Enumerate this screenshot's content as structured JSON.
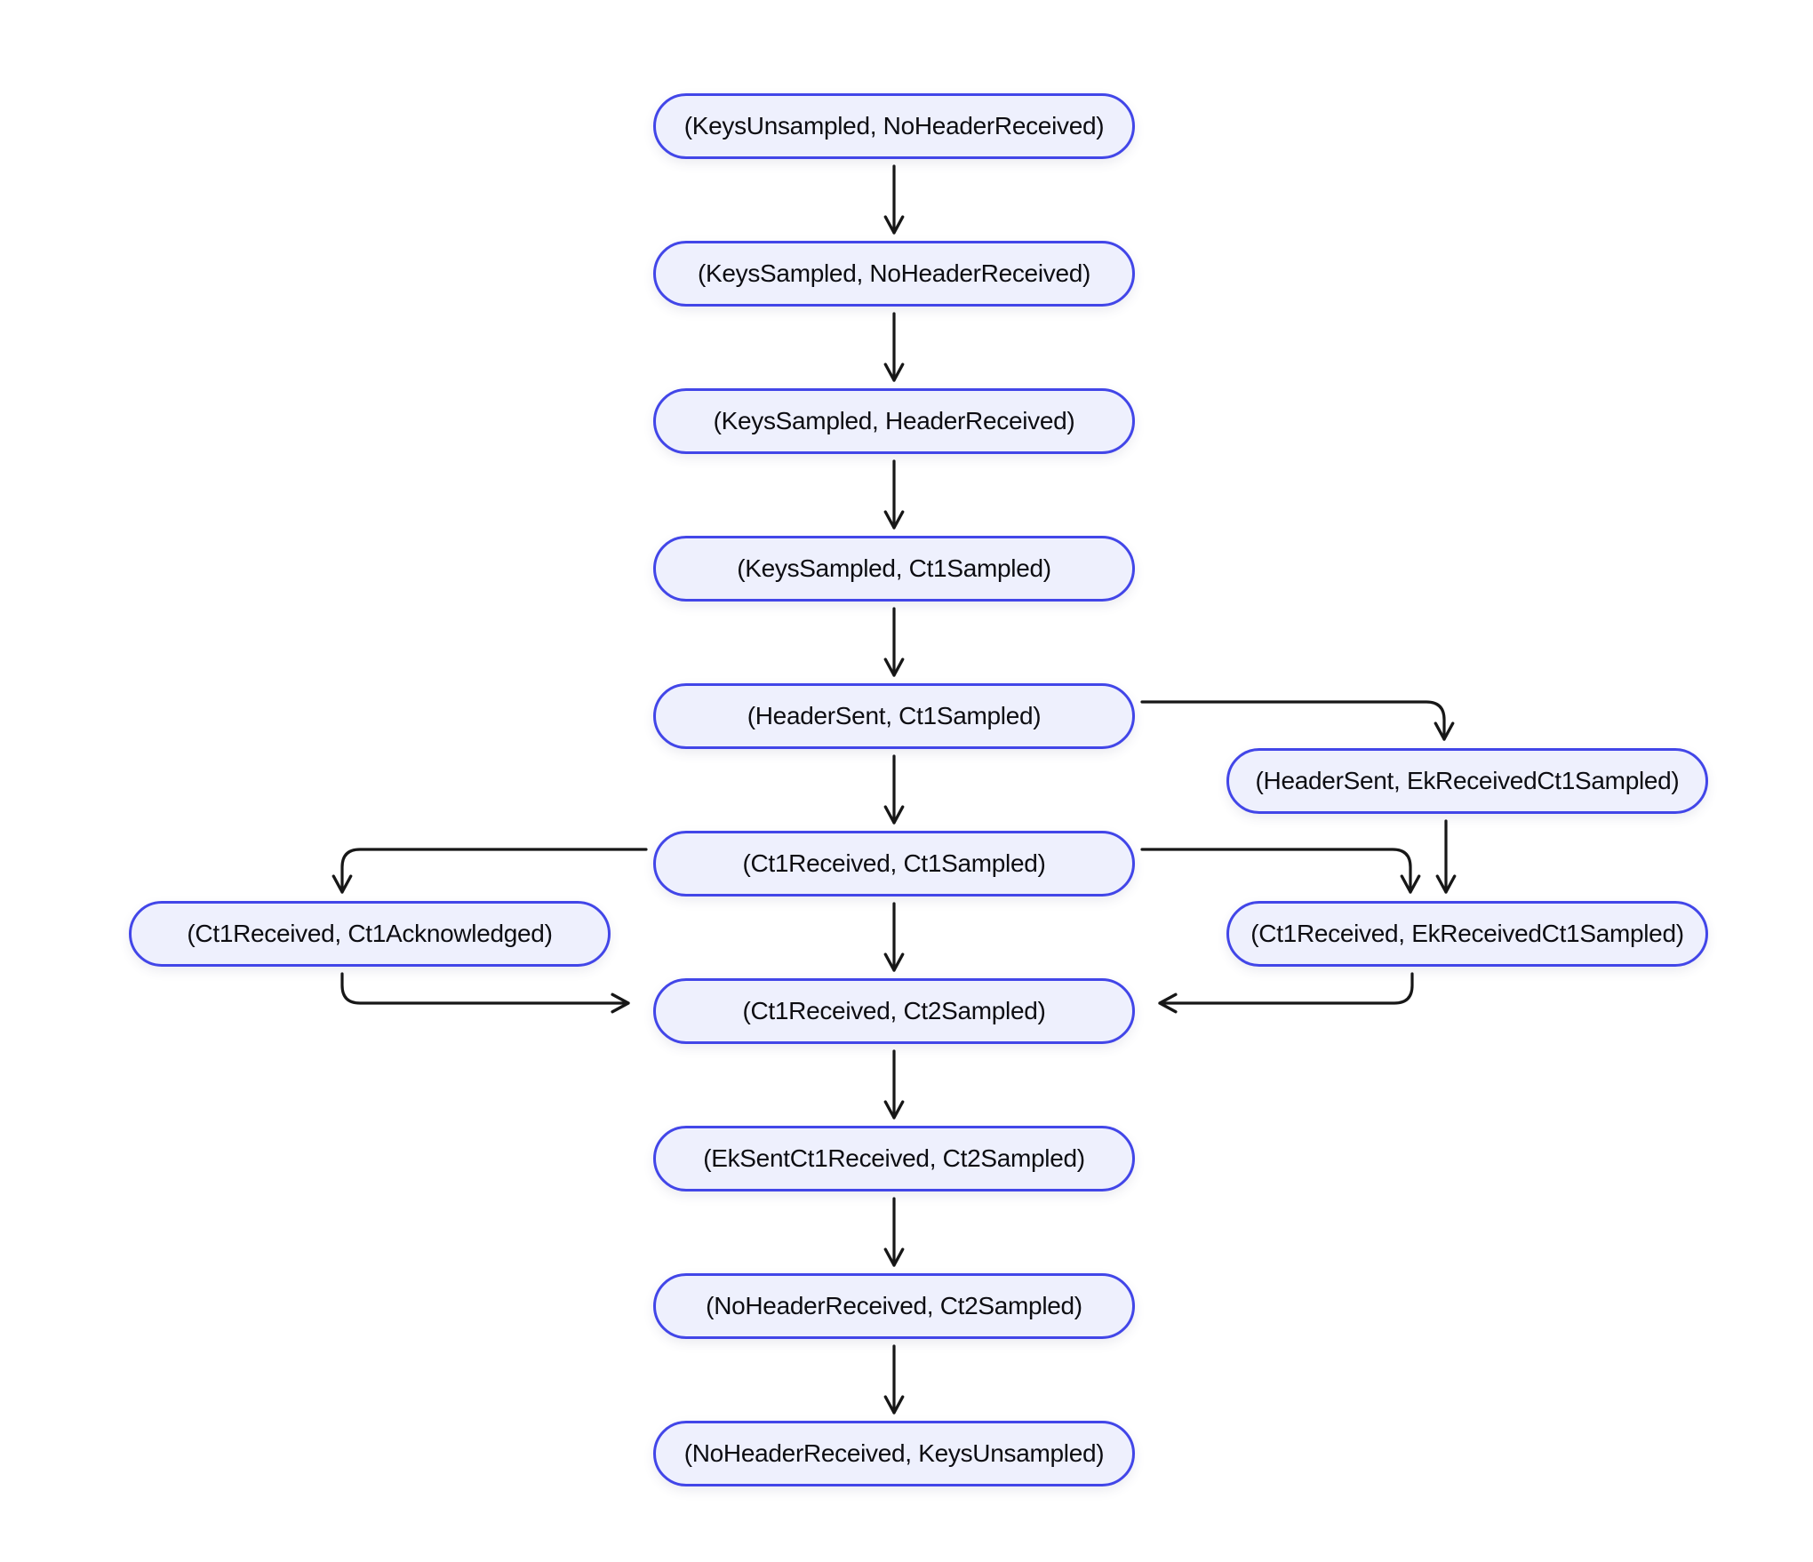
{
  "diagram": {
    "type": "state-transition-flowchart",
    "colors": {
      "background": "#FFFFFF",
      "node_fill": "#EEF0FD",
      "node_border": "#4246E8",
      "node_text": "#0D0D12",
      "arrow": "#171717"
    },
    "nodes": [
      {
        "id": "keysunsampled-noheaderreceived",
        "label": "(KeysUnsampled, NoHeaderReceived)"
      },
      {
        "id": "keyssampled-noheaderreceived",
        "label": "(KeysSampled, NoHeaderReceived)"
      },
      {
        "id": "keyssampled-headerreceived",
        "label": "(KeysSampled, HeaderReceived)"
      },
      {
        "id": "keyssampled-ct1sampled",
        "label": "(KeysSampled, Ct1Sampled)"
      },
      {
        "id": "headersent-ct1sampled",
        "label": "(HeaderSent, Ct1Sampled)"
      },
      {
        "id": "headersent-ekreceivedct1sampled",
        "label": "(HeaderSent, EkReceivedCt1Sampled)"
      },
      {
        "id": "ct1received-ct1sampled",
        "label": "(Ct1Received, Ct1Sampled)"
      },
      {
        "id": "ct1received-ct1acknowledged",
        "label": "(Ct1Received, Ct1Acknowledged)"
      },
      {
        "id": "ct1received-ekreceivedct1sampled",
        "label": "(Ct1Received, EkReceivedCt1Sampled)"
      },
      {
        "id": "ct1received-ct2sampled",
        "label": "(Ct1Received, Ct2Sampled)"
      },
      {
        "id": "eksentct1received-ct2sampled",
        "label": "(EkSentCt1Received, Ct2Sampled)"
      },
      {
        "id": "noheaderreceived-ct2sampled",
        "label": "(NoHeaderReceived, Ct2Sampled)"
      },
      {
        "id": "noheaderreceived-keysunsampled",
        "label": "(NoHeaderReceived, KeysUnsampled)"
      }
    ],
    "edges": [
      {
        "from": "keysunsampled-noheaderreceived",
        "to": "keyssampled-noheaderreceived"
      },
      {
        "from": "keyssampled-noheaderreceived",
        "to": "keyssampled-headerreceived"
      },
      {
        "from": "keyssampled-headerreceived",
        "to": "keyssampled-ct1sampled"
      },
      {
        "from": "keyssampled-ct1sampled",
        "to": "headersent-ct1sampled"
      },
      {
        "from": "headersent-ct1sampled",
        "to": "ct1received-ct1sampled"
      },
      {
        "from": "headersent-ct1sampled",
        "to": "headersent-ekreceivedct1sampled"
      },
      {
        "from": "headersent-ekreceivedct1sampled",
        "to": "ct1received-ekreceivedct1sampled"
      },
      {
        "from": "ct1received-ct1sampled",
        "to": "ct1received-ct1acknowledged"
      },
      {
        "from": "ct1received-ct1sampled",
        "to": "ct1received-ekreceivedct1sampled"
      },
      {
        "from": "ct1received-ct1sampled",
        "to": "ct1received-ct2sampled"
      },
      {
        "from": "ct1received-ct1acknowledged",
        "to": "ct1received-ct2sampled"
      },
      {
        "from": "ct1received-ekreceivedct1sampled",
        "to": "ct1received-ct2sampled"
      },
      {
        "from": "ct1received-ct2sampled",
        "to": "eksentct1received-ct2sampled"
      },
      {
        "from": "eksentct1received-ct2sampled",
        "to": "noheaderreceived-ct2sampled"
      },
      {
        "from": "noheaderreceived-ct2sampled",
        "to": "noheaderreceived-keysunsampled"
      }
    ]
  }
}
